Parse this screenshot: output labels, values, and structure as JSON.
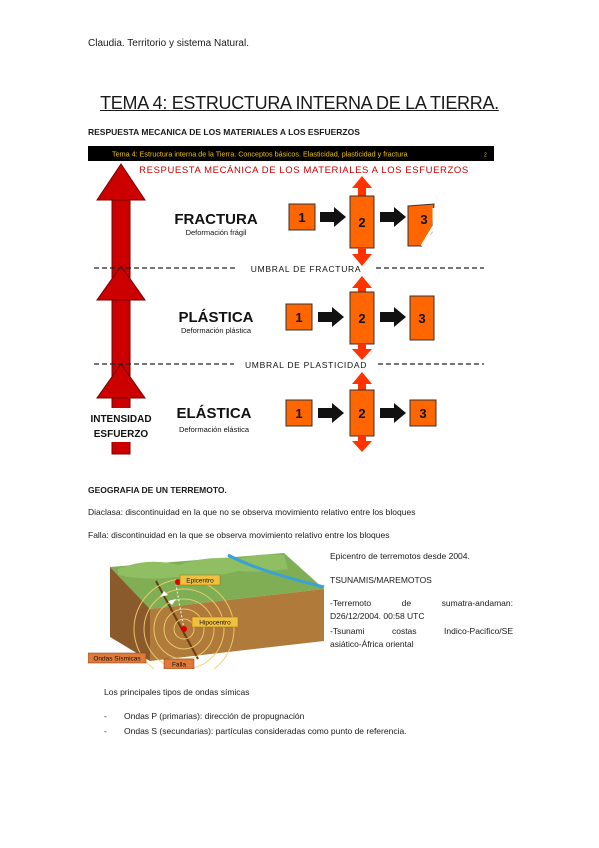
{
  "header": "Claudia. Territorio y sistema Natural.",
  "title": "TEMA 4: ESTRUCTURA INTERNA DE LA TIERRA.",
  "section1": "RESPUESTA MECANICA DE LOS MATERIALES A LOS ESFUERZOS",
  "figure": {
    "banner": "Tema 4: Estructura interna de la Tierra. Conceptos básicos. Elasticidad, plasticidad y fractura",
    "banner_page": "2",
    "title": "RESPUESTA MECÁNICA DE LOS MATERIALES A LOS ESFUERZOS",
    "rows": [
      {
        "name": "FRACTURA",
        "desc": "Deformación frágil",
        "steps": [
          "1",
          "2",
          "3"
        ]
      },
      {
        "name": "PLÁSTICA",
        "desc": "Deformación plástica",
        "steps": [
          "1",
          "2",
          "3"
        ]
      },
      {
        "name": "ELÁSTICA",
        "desc": "Deformación elástica",
        "steps": [
          "1",
          "2",
          "3"
        ]
      }
    ],
    "threshold_fractura": "UMBRAL DE FRACTURA",
    "threshold_plasticidad": "UMBRAL DE PLASTICIDAD",
    "axis_line1": "INTENSIDAD",
    "axis_line2": "ESFUERZO",
    "colors": {
      "banner_bg": "#000000",
      "banner_text": "#f0c000",
      "red": "#cc0000",
      "orange": "#ff6600"
    }
  },
  "section2": "GEOGRAFIA DE UN TERREMOTO.",
  "diaclasa": "Diaclasa: discontinuidad en la que no se observa movimiento relativo entre los bloques",
  "falla": "Falla: discontinuidad en la que se observa movimiento relativo entre los bloques",
  "quake_labels": {
    "epicentro": "Epicentro",
    "hipocentro": "Hipocentro",
    "ondas": "Ondas Sísmicas",
    "falla": "Falla"
  },
  "side": {
    "epicentros": "Epicentro de terremotos desde 2004.",
    "tsunamis": "TSUNAMIS/MAREMOTOS",
    "terremoto_l1": "-Terremoto de sumatra-andaman:",
    "terremoto_l2": "D26/12/2004. 00:58 UTC",
    "tsunami_l1": "-Tsunami costas Indico-Pacifico/SE",
    "tsunami_l2": "asiático-África oriental"
  },
  "ondas_title": "Los principales tipos de ondas símicas",
  "ondas_items": [
    "Ondas P (primarias): dirección de propugnación",
    "Ondas S (secundarias): partículas consideradas como punto de referencia."
  ]
}
